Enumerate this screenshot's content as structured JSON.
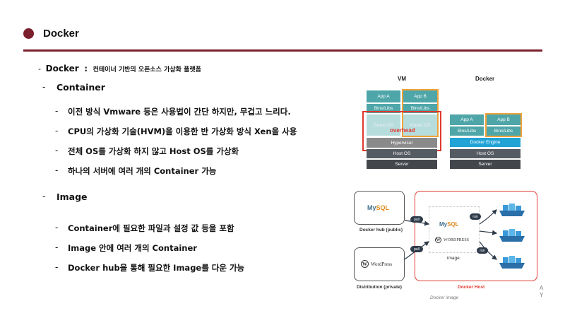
{
  "slide": {
    "title": "Docker",
    "accent_color": "#7a1f2b"
  },
  "intro": {
    "dash": "-",
    "term": "Docker",
    "sep": ":",
    "desc": "컨테이너 기반의 오픈소스 가상화 플랫폼"
  },
  "sections": [
    {
      "dash": "-",
      "heading": "Container",
      "bullets": [
        "이전 방식 Vmware 등은 사용법이 간단 하지만, 무겁고 느리다.",
        "CPU의 가상화 기술(HVM)을 이용한 반 가상화 방식 Xen을 사용",
        "전체 OS를 가상화 하지 않고 Host OS를 가상화",
        "하나의 서버에 여러 개의 Container 가능"
      ]
    },
    {
      "dash": "-",
      "heading": "Image",
      "bullets": [
        "Container에 필요한 파일과 설정 값 등을 포함",
        "Image 안에 여러 개의 Container",
        "Docker hub을 통해 필요한 Image를 다운 가능"
      ]
    }
  ],
  "bullet_dash": "-",
  "vm_diagram": {
    "vm_title": "VM",
    "docker_title": "Docker",
    "vm": {
      "app_a": "App A",
      "app_b": "App B",
      "bins_a": "Bins/Libs",
      "bins_b": "Bins/Libs",
      "guest_a": "Guest OS",
      "guest_b": "Guest OS",
      "hypervisor": "Hypervisor",
      "host_os": "Host OS",
      "server": "Server",
      "overhead": "overhead"
    },
    "docker": {
      "app_a": "App A",
      "app_b": "App B",
      "bins_a": "Bins/Libs",
      "bins_b": "Bins/Libs",
      "engine": "Docker Engine",
      "host_os": "Host OS",
      "server": "Server"
    }
  },
  "image_diagram": {
    "hub_caption": "Docker hub (public)",
    "dist_caption": "Distribution (private)",
    "host_caption": "Docker Host",
    "image_caption": "image",
    "footnote": "Docker image",
    "mysql_logo_a": "My",
    "mysql_logo_b": "SQL",
    "wp_logo": "WordPress",
    "wp_logo_caps": "WORDPRESS",
    "pull": "pull",
    "run": "run"
  },
  "side_letters": [
    "A",
    "Y"
  ]
}
